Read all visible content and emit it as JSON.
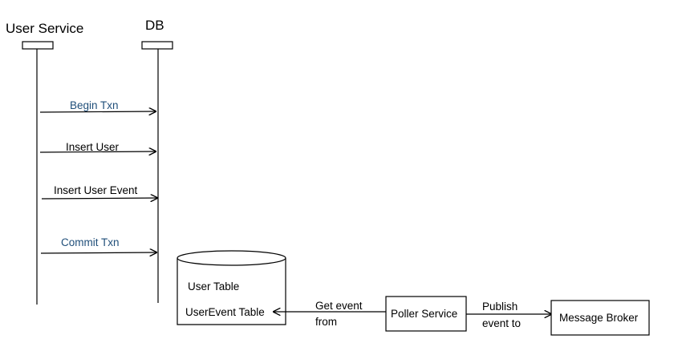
{
  "colors": {
    "line": "#000000",
    "accent_text": "#1f4e79",
    "plain_text": "#000000"
  },
  "lifelines": {
    "user_service": "User Service",
    "db": "DB"
  },
  "messages": [
    {
      "label": "Begin Txn",
      "color": "#1f4e79"
    },
    {
      "label": "Insert User",
      "color": "#000000"
    },
    {
      "label": "Insert User Event",
      "color": "#000000"
    },
    {
      "label": "Commit Txn",
      "color": "#1f4e79"
    }
  ],
  "database": {
    "table1": "User Table",
    "table2": "UserEvent Table"
  },
  "poller": {
    "label": "Poller Service",
    "edge_line1": "Get event",
    "edge_line2": "from"
  },
  "broker": {
    "label": "Message Broker",
    "edge_line1": "Publish",
    "edge_line2": "event to"
  }
}
